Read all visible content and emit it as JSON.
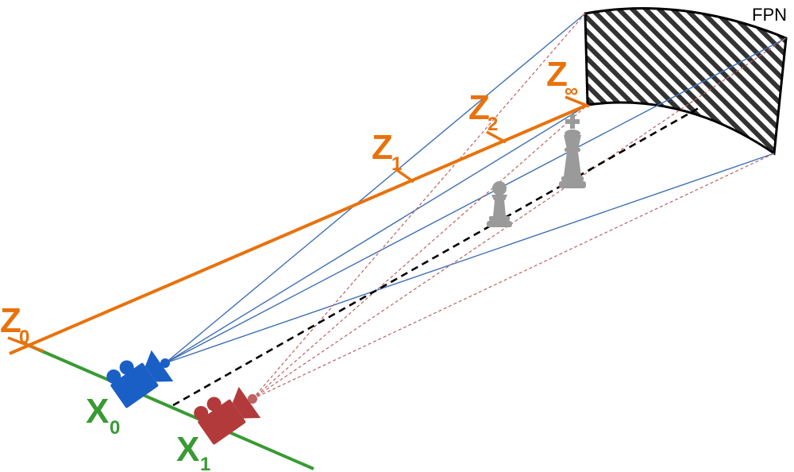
{
  "labels": {
    "fpn": "FPN",
    "z_main": "Z",
    "z0_sub": "0",
    "z1_sub": "1",
    "z2_sub": "2",
    "zinf_sub": "∞",
    "x_main": "X",
    "x0_sub": "0",
    "x1_sub": "1"
  },
  "icons": [
    "camera-icon",
    "chess-pawn-icon",
    "chess-king-icon"
  ],
  "colors": {
    "z_axis": "#e8720c",
    "x_axis": "#3a9a35",
    "camera_0": "#1a5fc6",
    "camera_1": "#b23a3a",
    "rays_0": "#3f6fb5",
    "rays_1": "#c06060",
    "optical_axis": "#000000",
    "chess_piece": "#9a9a9a"
  }
}
